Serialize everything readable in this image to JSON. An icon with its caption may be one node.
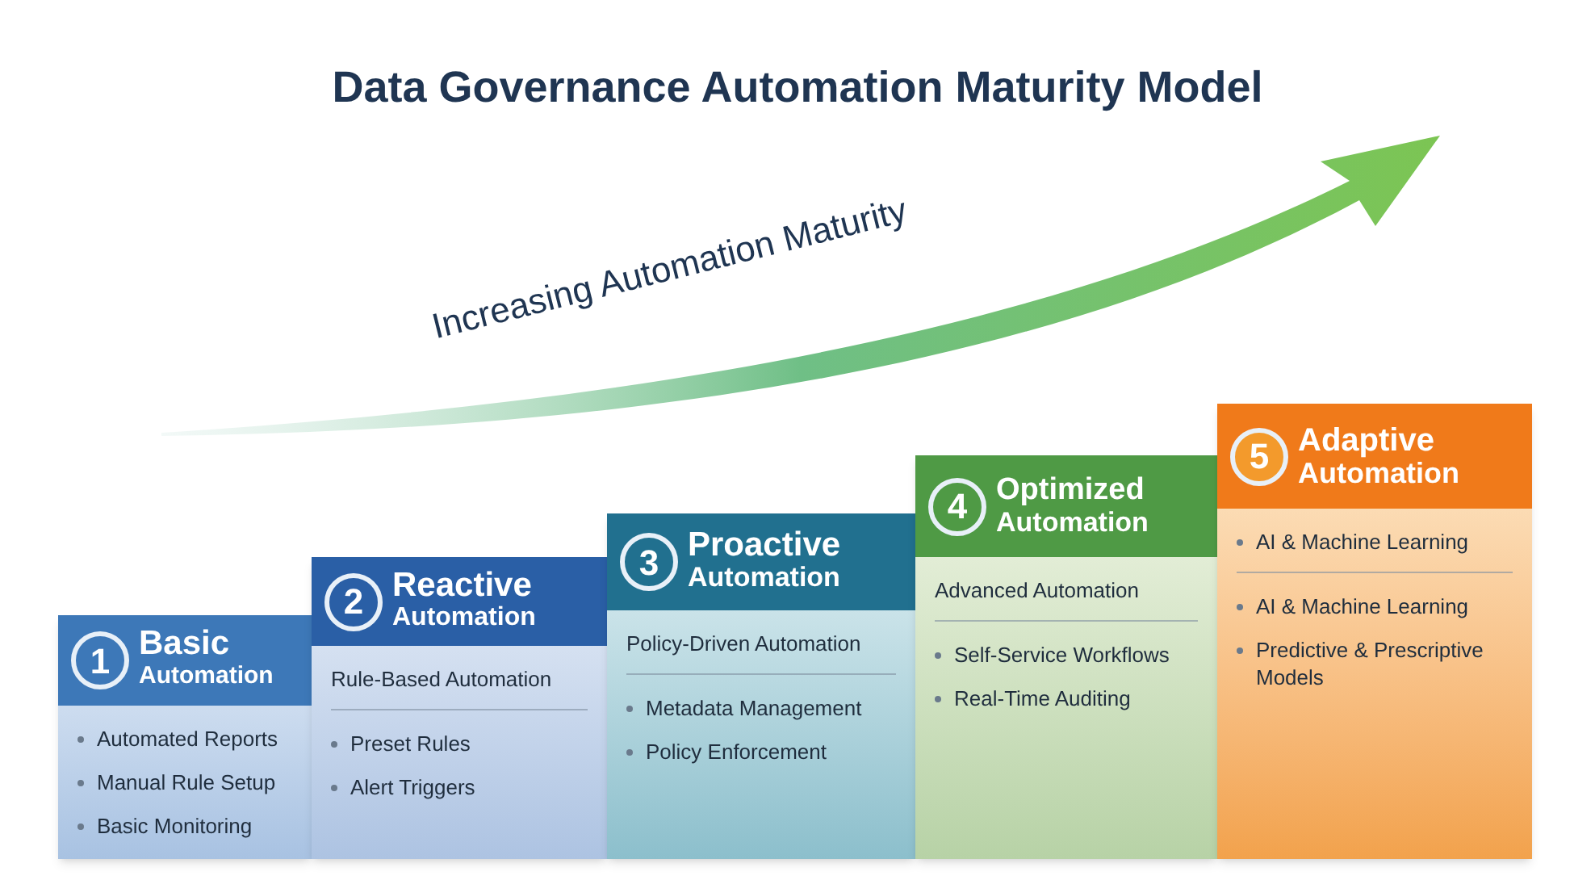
{
  "diagram": {
    "title": "Data Governance Automation Maturity Model",
    "nodes": [
      {
        "text": [
          "1",
          "Basic Automation",
          "Automated Reports",
          "Manual Rule Setup",
          "Basic Monitoring"
        ]
      },
      {
        "text": [
          "2",
          "Reactive Automation",
          "Rule-Based Automation",
          "Preset Rules",
          "Alert Triggers"
        ]
      },
      {
        "text": [
          "3",
          "Proactive Automation",
          "Policy-Driven Automation",
          "Metadata Management",
          "Policy Enforcement"
        ]
      },
      {
        "text": [
          "4",
          "Optimized Automation",
          "Advanced Automation",
          "Self-Service Workflows",
          "Real-Time Auditing"
        ]
      },
      {
        "text": [
          "5",
          "Adaptive Automation",
          "AI & Machine Learning",
          "AI & Machine Learning",
          "Predictive & Prescriptive Models"
        ]
      }
    ],
    "labels": [
      "Increasing Automation Maturity"
    ]
  }
}
